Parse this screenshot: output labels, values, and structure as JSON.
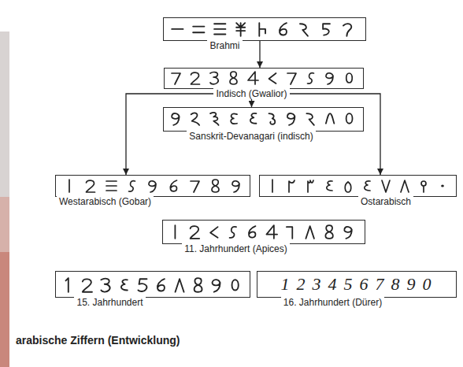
{
  "diagram": {
    "caption": "arabische Ziffern (Entwicklung)",
    "nodes": [
      {
        "text": [
          "Brahmi"
        ]
      },
      {
        "text": [
          "Indisch (Gwalior)"
        ]
      },
      {
        "text": [
          "Sanskrit-Devanagari (indisch)"
        ]
      },
      {
        "text": [
          "Westarabisch (Gobar)"
        ]
      },
      {
        "text": [
          "Ostarabisch"
        ]
      },
      {
        "text": [
          "11. Jahrhundert (Apices)"
        ]
      },
      {
        "text": [
          "15. Jahrhundert"
        ]
      },
      {
        "text": [
          "1234567890",
          "16. Jahrhundert (Dürer)"
        ]
      }
    ],
    "edges": [
      {
        "from": 0,
        "to": 1,
        "arrow": "to"
      },
      {
        "from": 1,
        "to": 2,
        "arrow": "to"
      },
      {
        "from": 1,
        "to": 3,
        "arrow": "to"
      },
      {
        "from": 1,
        "to": 4,
        "arrow": "to"
      }
    ]
  }
}
